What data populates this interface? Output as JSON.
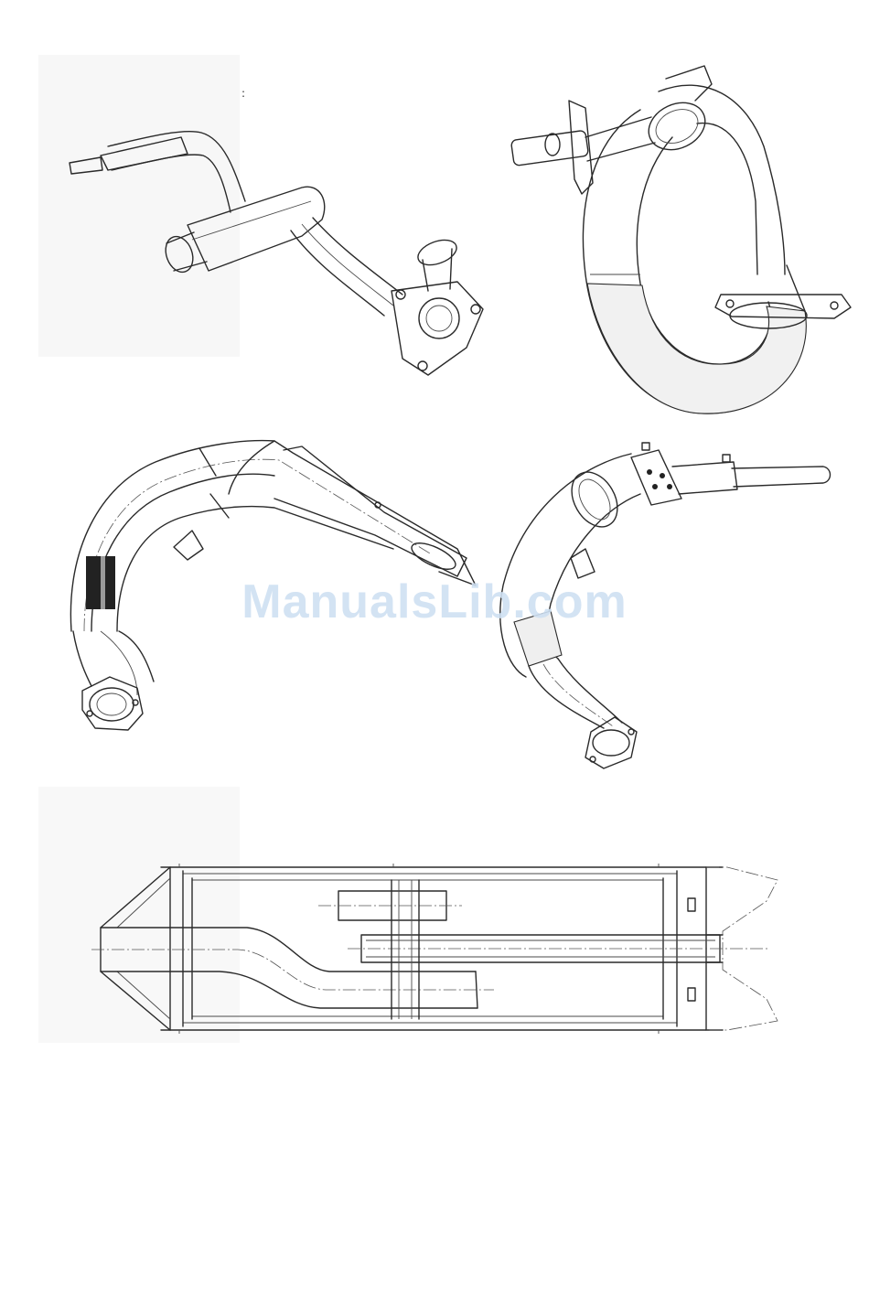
{
  "watermark": {
    "text": "ManualsLib.com"
  },
  "drawings": [
    {
      "name": "header-pipe-upper-left"
    },
    {
      "name": "expansion-chamber-upper-right"
    },
    {
      "name": "expansion-chamber-mid-left"
    },
    {
      "name": "expansion-chamber-mid-right"
    },
    {
      "name": "silencer-cross-section"
    }
  ],
  "colors": {
    "line": "#2a2a2a",
    "shade": "#e6e6e6",
    "watermark": "#cfe0f2"
  }
}
